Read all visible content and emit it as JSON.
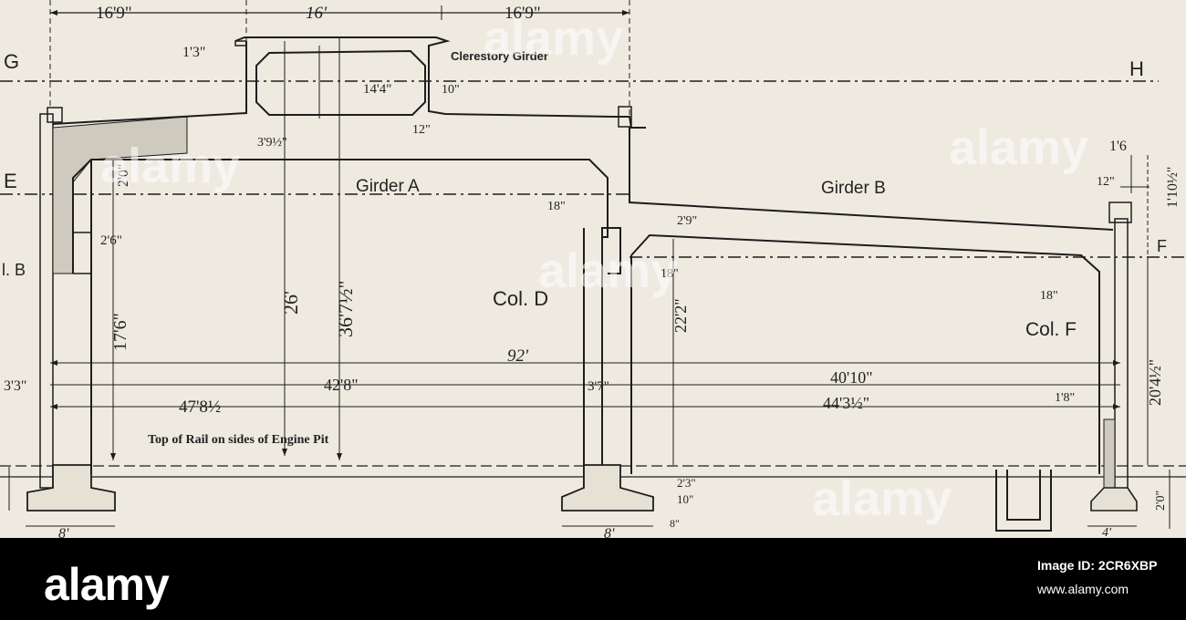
{
  "labels": {
    "top_left_dim": "16'9\"",
    "top_mid_dim": "16'",
    "top_right_dim": "16'9\"",
    "clerestory_left": "1'3\"",
    "clerestory_girder": "Clerestory Girder",
    "clerestory_width": "14'4\"",
    "clerestory_right": "10\"",
    "clerestory_corner": "12\"",
    "clerestory_base": "3'9½\"",
    "line_g": "G",
    "line_h": "H",
    "line_e": "E",
    "line_f": "F",
    "col_b": "l. B",
    "girder_a": "Girder A",
    "girder_b": "Girder B",
    "col_d": "Col. D",
    "col_f": "Col. F",
    "dim_2_0": "2'0\"",
    "dim_2_6": "2'6\"",
    "dim_17_6": "17'6\"",
    "dim_26": "26'",
    "dim_36_7": "36'7½\"",
    "dim_22_2": "22'2\"",
    "dim_20_4": "20'4½\"",
    "dim_2_9": "2'9\"",
    "dim_18_a": "18\"",
    "dim_18_b": "18\"",
    "dim_18_c": "18\"",
    "dim_1_6": "1'6",
    "dim_12": "12\"",
    "dim_1_10": "1'10½\"",
    "dim_92": "92'",
    "dim_3_3": "3'3\"",
    "dim_42_8": "42'8\"",
    "dim_3_7": "3'7\"",
    "dim_40_10": "40'10\"",
    "dim_47_8": "47'8½",
    "dim_44_3": "44'3½\"",
    "dim_1_8": "1'8\"",
    "top_of_rail": "Top of Rail on sides of Engine Pit",
    "dim_8_left": "8'",
    "dim_8_mid": "8'",
    "dim_4": "4'",
    "dim_2_3": "2'3\"",
    "dim_10": "10\"",
    "dim_8_small": "8\"",
    "dim_2_0_right": "2'0\""
  },
  "watermark": {
    "text": "alamy"
  },
  "footer": {
    "brand": "alamy",
    "image_id": "Image ID: 2CR6XBP",
    "site": "www.alamy.com"
  }
}
